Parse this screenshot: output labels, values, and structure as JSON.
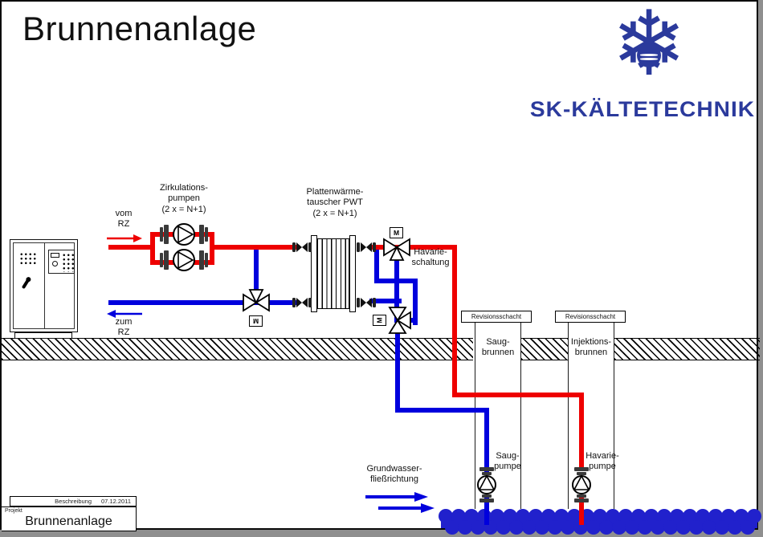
{
  "page": {
    "title": "Brunnenanlage"
  },
  "logo": {
    "text": "SK-KÄLTETECHNIK",
    "icon": "snowflake-sun-icon"
  },
  "flows": {
    "vom_rz": {
      "line1": "vom",
      "line2": "RZ"
    },
    "zum_rz": {
      "line1": "zum",
      "line2": "RZ"
    },
    "grundwasser": {
      "line1": "Grundwasser-",
      "line2": "fließrichtung"
    }
  },
  "equipment": {
    "zirkulationspumpen": {
      "line1": "Zirkulations-",
      "line2": "pumpen",
      "line3": "(2 x = N+1)"
    },
    "pwt": {
      "line1": "Plattenwärme-",
      "line2": "tauscher PWT",
      "line3": "(2 x = N+1)"
    },
    "havarieschaltung": {
      "line1": "Havarie-",
      "line2": "schaltung"
    },
    "valve_motor_label": "M"
  },
  "wells": {
    "saugbrunnen": {
      "shaft": "Revisionsschacht",
      "line1": "Saug-",
      "line2": "brunnen",
      "pump_line1": "Saug-",
      "pump_line2": "pumpe"
    },
    "injektionsbrunnen": {
      "shaft": "Revisionsschacht",
      "line1": "Injektions-",
      "line2": "brunnen",
      "pump_line1": "Havarie-",
      "pump_line2": "pumpe"
    }
  },
  "title_block": {
    "beschreibung": "Beschreibung",
    "date": "07.12.2011",
    "projekt_label": "Projekt",
    "project_name": "Brunnenanlage"
  },
  "colors": {
    "warm_pipe": "#ee0000",
    "cold_pipe": "#0000dd",
    "logo_blue": "#2b3a9c",
    "water": "#2121cc"
  }
}
